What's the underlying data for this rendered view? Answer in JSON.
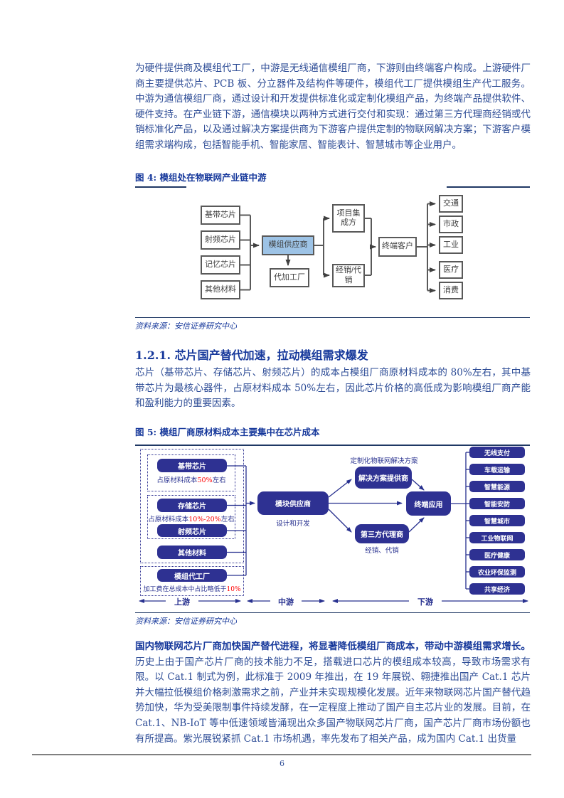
{
  "page_number": "6",
  "intro_paragraph": "为硬件提供商及模组代工厂，中游是无线通信模组厂商，下游则由终端客户构成。上游硬件厂商主要提供芯片、PCB 板、分立器件及结构件等硬件，模组代工厂提供模组生产代工服务。中游为通信模组厂商，通过设计和开发提供标准化或定制化模组产品，为终端产品提供软件、硬件支持。在产业链下游，通信模块以两种方式进行交付和实现：通过第三方代理商经销或代销标准化产品，以及通过解决方案提供商为下游客户提供定制的物联网解决方案；下游客户模组需求端构成，包括智能手机、智能家居、智能表计、智慧城市等企业用户。",
  "figure4": {
    "title": "图 4: 模组处在物联网产业链中游",
    "source": "资料来源：安信证券研究中心",
    "suppliers": [
      "基带芯片",
      "射频芯片",
      "记忆芯片",
      "其他材料"
    ],
    "module_supplier": "模组供应商",
    "foundry": "代加工厂",
    "integrator": "项目集成方",
    "distributor": "经销/代销",
    "end_customer": "终端客户",
    "applications": [
      "交通",
      "市政",
      "工业",
      "医疗",
      "消费"
    ]
  },
  "section_1_2_1": {
    "heading": "1.2.1. 芯片国产替代加速，拉动模组需求爆发",
    "paragraph": "芯片（基带芯片、存储芯片、射频芯片）的成本占模组厂商原材料成本的 80%左右，其中基带芯片为最核心器件，占原材料成本 50%左右，因此芯片价格的高低成为影响模组厂商产能和盈利能力的重要因素。"
  },
  "figure5": {
    "title": "图 5: 模组厂商原材料成本主要集中在芯片成本",
    "source": "资料来源：安信证券研究中心",
    "baseband_chip": "基带芯片",
    "baseband_caption": {
      "pre": "占原材料成本",
      "red": "50%",
      "post": "左右"
    },
    "storage_chip": "存储芯片",
    "storage_caption": {
      "pre": "占原材料成本",
      "red": "10%-20%",
      "post": "左右"
    },
    "rf_chip": "射频芯片",
    "other_materials": "其他材料",
    "module_foundry": "模组代工厂",
    "foundry_caption": {
      "pre": "加工费在总成本中占比略低于",
      "red": "10%",
      "post": ""
    },
    "module_supplier": "模块供应商",
    "module_caption": "设计和开发",
    "solution_label": "定制化物联网解决方案",
    "solution_provider": "解决方案提供商",
    "third_party_agent": "第三方代理商",
    "agent_caption": "经销、代销",
    "terminal_app": "终端应用",
    "applications": [
      "无线支付",
      "车载运输",
      "智慧能源",
      "智能安防",
      "智慧城市",
      "工业物联网",
      "医疗健康",
      "农业环保监测",
      "共享经济"
    ],
    "stages": [
      "上游",
      "中游",
      "下游"
    ]
  },
  "analysis": {
    "bold_lead": "国内物联网芯片厂商加快国产替代进程，将显著降低模组厂商成本，带动中游模组需求增长。",
    "body": "历史上由于国产芯片厂商的技术能力不足，搭载进口芯片的模组成本较高，导致市场需求有限。以 Cat.1 制式为例，此标准于 2009 年推出，在 19 年展锐、翱捷推出国产 Cat.1 芯片并大幅拉低模组价格刺激需求之前，产业并未实现规模化发展。近年来物联网芯片国产替代趋势加快，华为受美限制事件持续发酵，在一定程度上推动了国产自主芯片业的发展。目前，在 Cat.1、NB-IoT 等中低速领域皆涌现出众多国产物联网芯片厂商，国产芯片厂商市场份额也有所提高。紫光展锐紧抓 Cat.1 市场机遇，率先发布了相关产品，成为国内 Cat.1 出货量"
  },
  "colors": {
    "accent_navy": "#2E3192",
    "figure_blue_fill": "#9DC3E6",
    "red_highlight": "#FF0000"
  }
}
